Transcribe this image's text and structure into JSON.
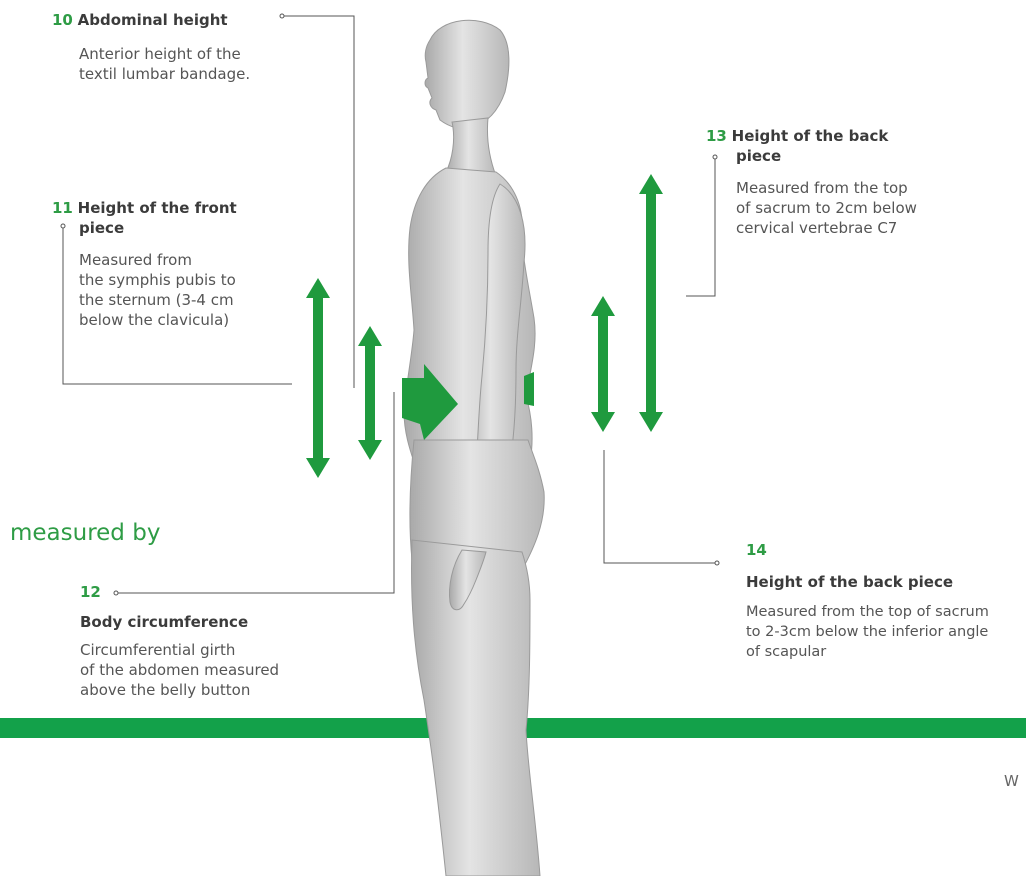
{
  "colors": {
    "accent": "#2e9c45",
    "arrow": "#1f9a3e",
    "line": "#555555",
    "band": "#13a14a",
    "body": "#c9c9c9"
  },
  "callouts": {
    "c10": {
      "number": "10",
      "title": "Abdominal height",
      "desc": [
        "Anterior height of the",
        "textil lumbar bandage."
      ]
    },
    "c11": {
      "number": "11",
      "title": [
        "Height of the front",
        "piece"
      ],
      "desc": [
        "Measured from",
        "the symphis pubis to",
        "the sternum (3-4 cm",
        "below the clavicula)"
      ]
    },
    "c12": {
      "number": "12",
      "title": "Body circumference",
      "desc": [
        "Circumferential girth",
        "of the abdomen measured",
        "above the belly button"
      ]
    },
    "c13": {
      "number": "13",
      "title": [
        "Height of the back",
        "piece"
      ],
      "desc": [
        "Measured from the top",
        "of sacrum to 2cm below",
        "cervical vertebrae C7"
      ]
    },
    "c14": {
      "number": "14",
      "title": "Height of the back piece",
      "desc": [
        "Measured from the top of sacrum",
        "to 2-3cm below the inferior angle",
        "of scapular"
      ]
    }
  },
  "section_label": "measured by",
  "corner_text": "W",
  "icons": [
    "vertical-double-arrow-icon",
    "wrap-arrow-icon"
  ]
}
